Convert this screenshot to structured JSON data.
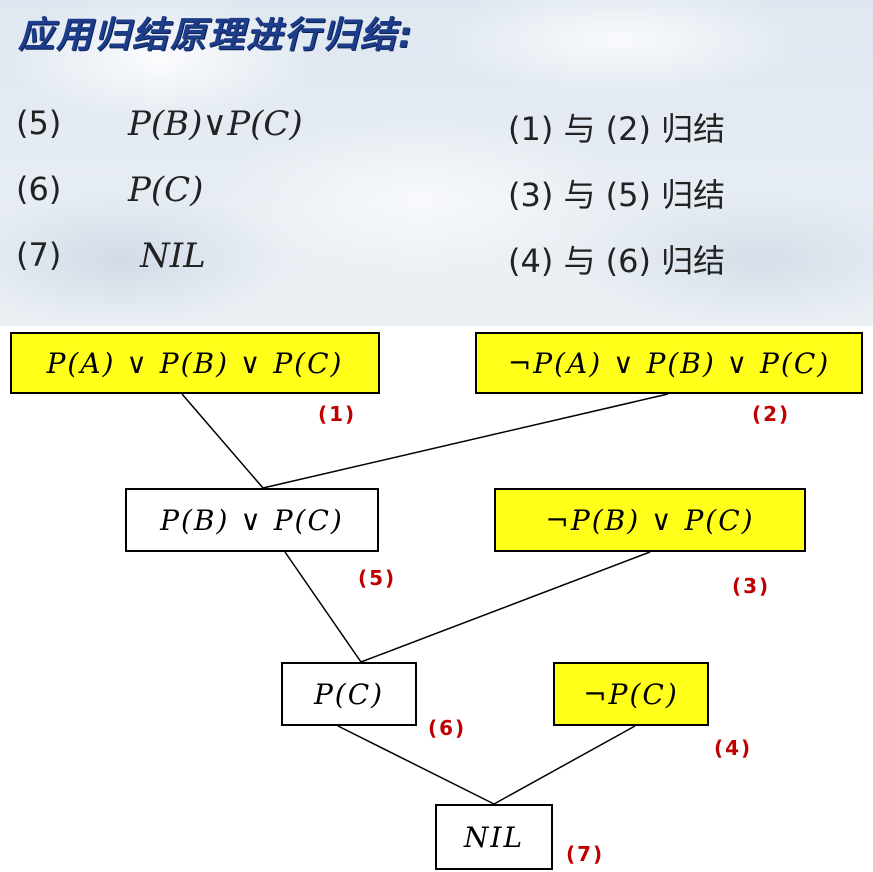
{
  "title": "应用归结原理进行归结:",
  "steps": [
    {
      "num": "(5)",
      "clause": "P(B)∨P(C)",
      "note": "(1) 与 (2) 归结"
    },
    {
      "num": "(6)",
      "clause": "P(C)",
      "note": "(3) 与 (5) 归结"
    },
    {
      "num": "(7)",
      "clause": "NIL",
      "note": "(4) 与 (6) 归结"
    }
  ],
  "tree": {
    "nodes": [
      {
        "id": "n1",
        "text": "P(A) ∨ P(B) ∨ P(C)",
        "label": "(1)",
        "highlight": true
      },
      {
        "id": "n2",
        "text": "¬P(A) ∨ P(B) ∨ P(C)",
        "label": "(2)",
        "highlight": true
      },
      {
        "id": "n5",
        "text": "P(B) ∨ P(C)",
        "label": "(5)",
        "highlight": false
      },
      {
        "id": "n3",
        "text": "¬P(B) ∨ P(C)",
        "label": "(3)",
        "highlight": true
      },
      {
        "id": "n6",
        "text": "P(C)",
        "label": "(6)",
        "highlight": false
      },
      {
        "id": "n4",
        "text": "¬P(C)",
        "label": "(4)",
        "highlight": true
      },
      {
        "id": "n7",
        "text": "NIL",
        "label": "(7)",
        "highlight": false
      }
    ],
    "edges": [
      [
        "n1",
        "n5"
      ],
      [
        "n2",
        "n5"
      ],
      [
        "n5",
        "n6"
      ],
      [
        "n3",
        "n6"
      ],
      [
        "n6",
        "n7"
      ],
      [
        "n4",
        "n7"
      ]
    ]
  },
  "colors": {
    "highlight": "#ffff1a",
    "label": "#c00000",
    "title": "#1d3c8a"
  }
}
